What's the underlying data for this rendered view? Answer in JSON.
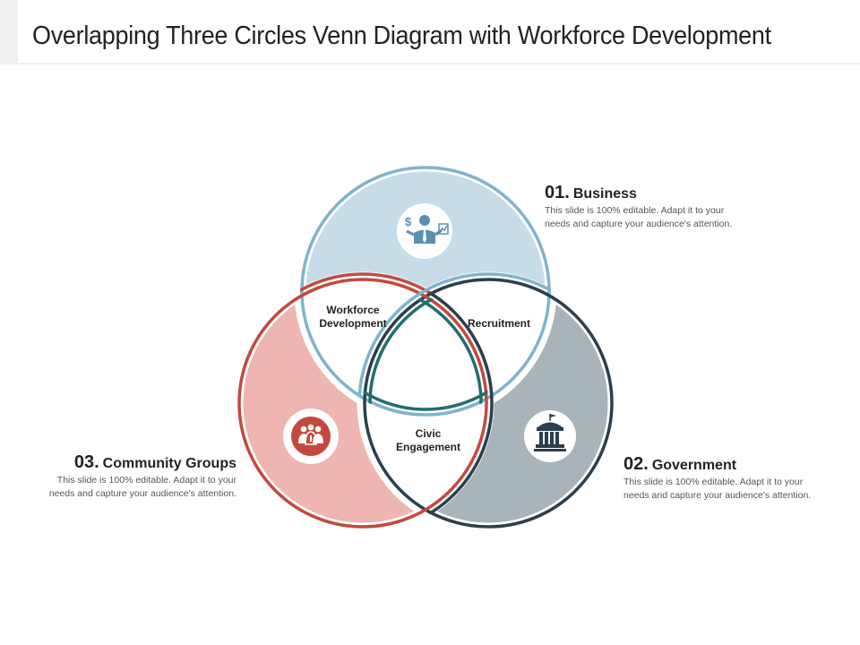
{
  "title": "Overlapping Three Circles Venn Diagram with Workforce Development",
  "colors": {
    "business_fill": "#c6dde9",
    "business_stroke": "#7fb3cd",
    "government_fill": "#a8b3ba",
    "government_stroke": "#2b3f4e",
    "community_fill": "#efb5b1",
    "community_stroke": "#c3493f",
    "center_stroke": "#1f6e6e"
  },
  "sets": [
    {
      "number": "01.",
      "name": "Business",
      "description_line1": "This slide is 100% editable. Adapt it to your",
      "description_line2": "needs and capture your audience's attention.",
      "icon": "businessman-icon"
    },
    {
      "number": "02.",
      "name": "Government",
      "description_line1": "This slide is 100% editable. Adapt it to your",
      "description_line2": "needs and capture your audience's attention.",
      "icon": "government-building-icon"
    },
    {
      "number": "03.",
      "name": "Community Groups",
      "description_line1": "This slide is 100% editable. Adapt it to your",
      "description_line2": "needs and capture your audience's attention.",
      "icon": "community-group-icon"
    }
  ],
  "overlaps": {
    "business_community_line1": "Workforce",
    "business_community_line2": "Development",
    "business_government": "Recruitment",
    "government_community_line1": "Civic",
    "government_community_line2": "Engagement"
  }
}
